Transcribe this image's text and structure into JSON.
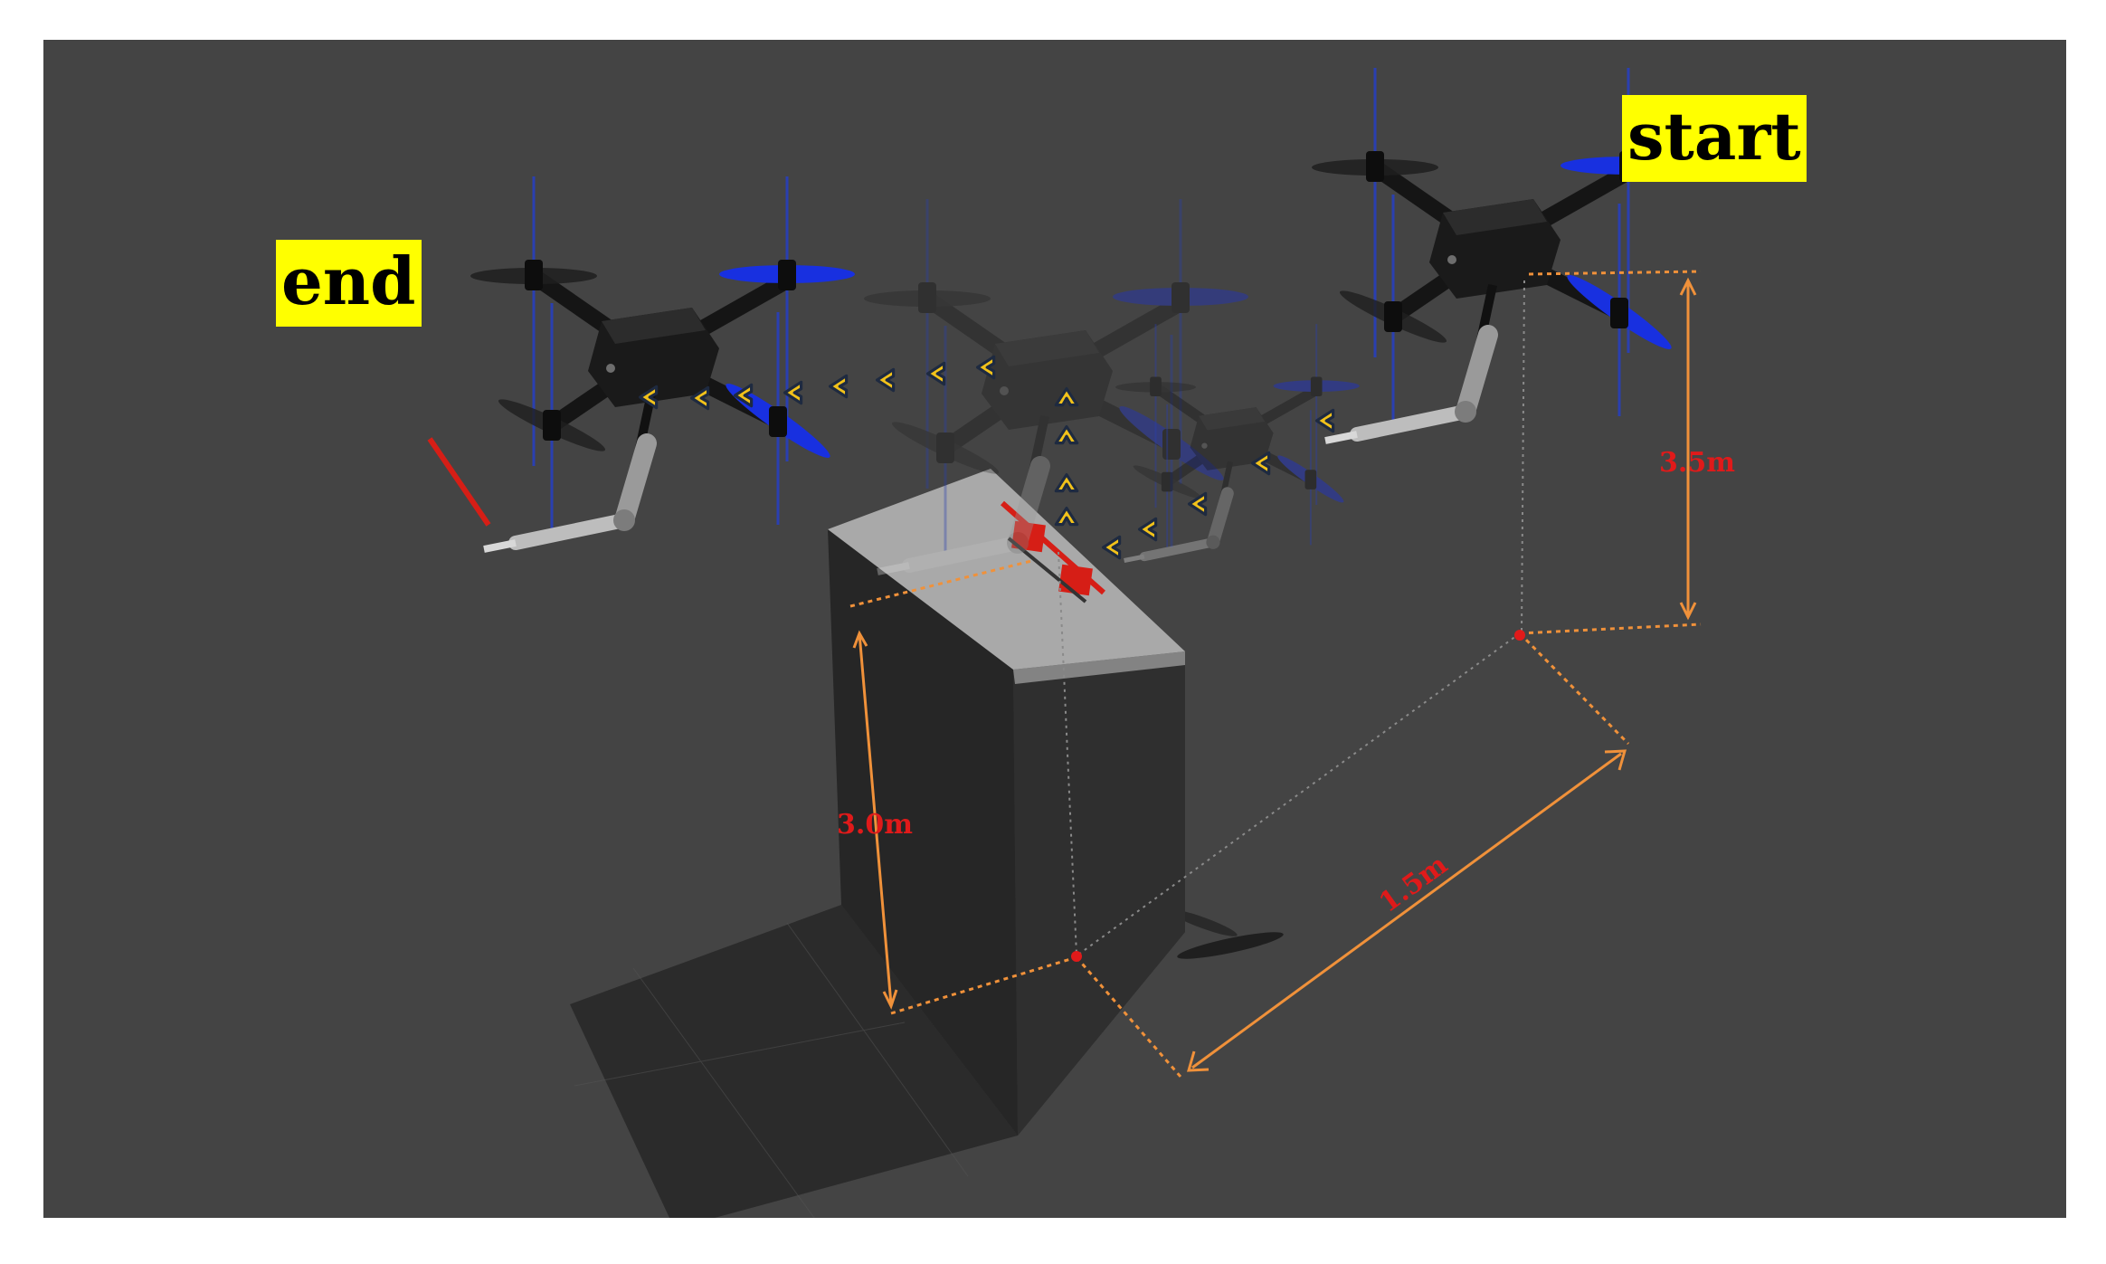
{
  "labels": {
    "start": "start",
    "end": "end"
  },
  "dimensions": {
    "height_start": "3.5m",
    "height_box": "3.0m",
    "distance": "1.5m"
  },
  "colors": {
    "scene_bg": "#444444",
    "label_bg": "#ffff00",
    "dimension_line": "#f0913a",
    "dimension_text": "#e01a1a",
    "arrow_fill": "#f2c21a",
    "arrow_outline": "#1e2a40",
    "box_top": "#a9a9a9",
    "box_front": "#262626",
    "box_side": "#323232",
    "gripper": "#d61e16",
    "propeller_blue": "#1830e0"
  },
  "icons": {
    "path_arrow": "chevron-icon",
    "drone": "quadrotor-drone-icon"
  }
}
